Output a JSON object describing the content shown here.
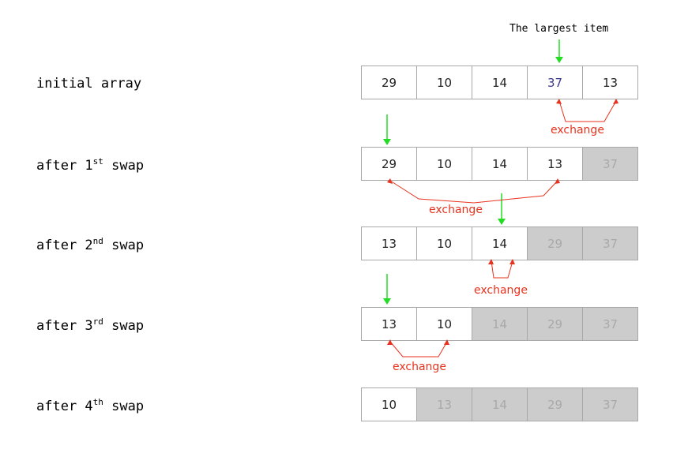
{
  "caption": "The largest item",
  "exchange_label": "exchange",
  "colors": {
    "green_arrow": "#22dd22",
    "exchange_arrow": "#e8321e",
    "sorted_cell_bg": "#cccccc",
    "sorted_cell_text": "#a9a9a9",
    "cell_border": "#a8a8a8"
  },
  "rows": [
    {
      "label": "initial array",
      "label_sup": "",
      "label_suffix": "",
      "cells": [
        {
          "value": "29",
          "state": "normal"
        },
        {
          "value": "10",
          "state": "normal"
        },
        {
          "value": "14",
          "state": "normal"
        },
        {
          "value": "37",
          "state": "highlight"
        },
        {
          "value": "13",
          "state": "normal"
        }
      ]
    },
    {
      "label": "after 1",
      "label_sup": "st",
      "label_suffix": " swap",
      "cells": [
        {
          "value": "29",
          "state": "normal"
        },
        {
          "value": "10",
          "state": "normal"
        },
        {
          "value": "14",
          "state": "normal"
        },
        {
          "value": "13",
          "state": "normal"
        },
        {
          "value": "37",
          "state": "sorted"
        }
      ]
    },
    {
      "label": "after 2",
      "label_sup": "nd",
      "label_suffix": " swap",
      "cells": [
        {
          "value": "13",
          "state": "normal"
        },
        {
          "value": "10",
          "state": "normal"
        },
        {
          "value": "14",
          "state": "normal"
        },
        {
          "value": "29",
          "state": "sorted"
        },
        {
          "value": "37",
          "state": "sorted"
        }
      ]
    },
    {
      "label": "after 3",
      "label_sup": "rd",
      "label_suffix": " swap",
      "cells": [
        {
          "value": "13",
          "state": "normal"
        },
        {
          "value": "10",
          "state": "normal"
        },
        {
          "value": "14",
          "state": "sorted"
        },
        {
          "value": "29",
          "state": "sorted"
        },
        {
          "value": "37",
          "state": "sorted"
        }
      ]
    },
    {
      "label": "after 4",
      "label_sup": "th",
      "label_suffix": " swap",
      "cells": [
        {
          "value": "10",
          "state": "normal"
        },
        {
          "value": "13",
          "state": "sorted"
        },
        {
          "value": "14",
          "state": "sorted"
        },
        {
          "value": "29",
          "state": "sorted"
        },
        {
          "value": "37",
          "state": "sorted"
        }
      ]
    }
  ]
}
